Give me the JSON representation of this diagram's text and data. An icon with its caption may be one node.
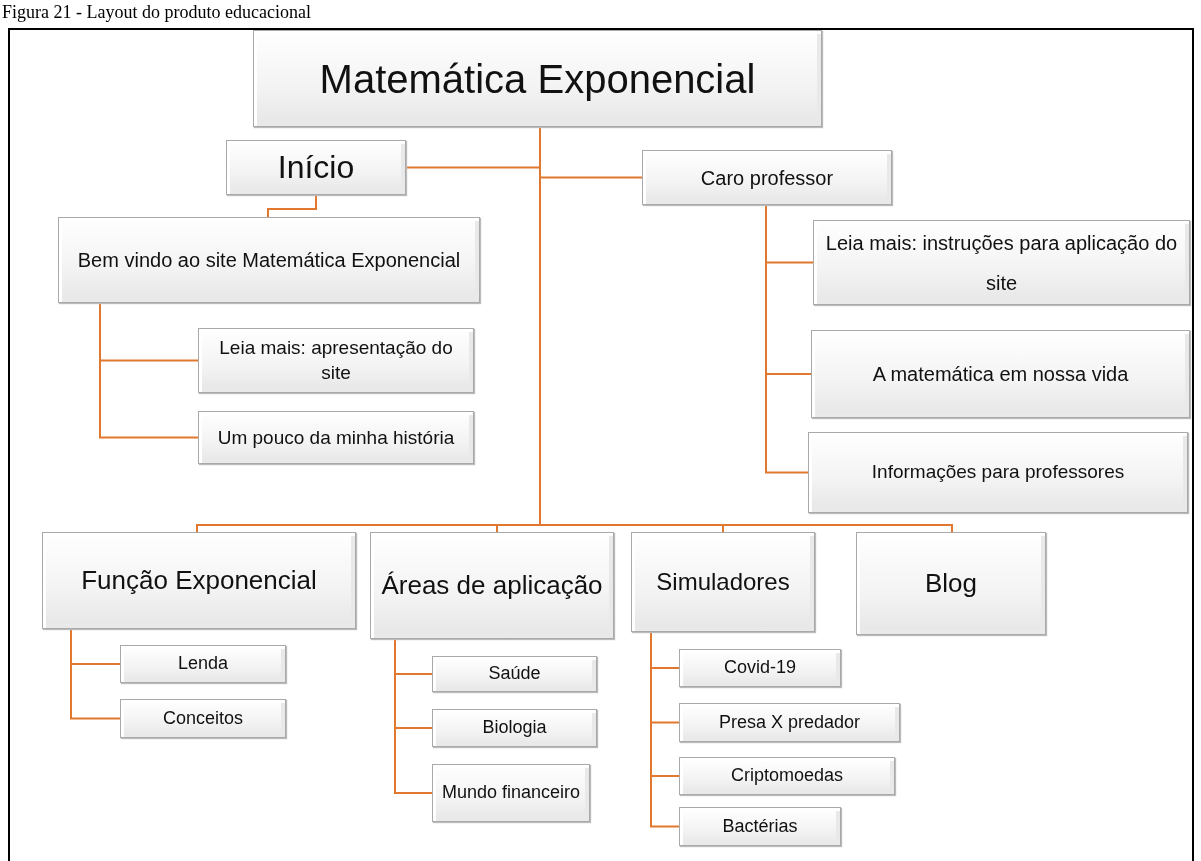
{
  "diagram": {
    "caption": "Figura 21 - Layout do produto educacional",
    "nodes": [
      {
        "text": [
          "Matemática Exponencial"
        ]
      },
      {
        "text": [
          "Início"
        ]
      },
      {
        "text": [
          "Caro professor"
        ]
      },
      {
        "text": [
          "Bem vindo ao site Matemática Exponencial"
        ]
      },
      {
        "text": [
          "Leia mais: apresentação do site"
        ]
      },
      {
        "text": [
          "Um pouco da minha história"
        ]
      },
      {
        "text": [
          "Leia mais: instruções para aplicação do site"
        ]
      },
      {
        "text": [
          "A matemática em nossa vida"
        ]
      },
      {
        "text": [
          "Informações para professores"
        ]
      },
      {
        "text": [
          "Função Exponencial"
        ]
      },
      {
        "text": [
          "Lenda"
        ]
      },
      {
        "text": [
          "Conceitos"
        ]
      },
      {
        "text": [
          "Áreas de aplicação"
        ]
      },
      {
        "text": [
          "Saúde"
        ]
      },
      {
        "text": [
          "Biologia"
        ]
      },
      {
        "text": [
          "Mundo financeiro"
        ]
      },
      {
        "text": [
          "Simuladores"
        ]
      },
      {
        "text": [
          "Covid-19"
        ]
      },
      {
        "text": [
          "Presa X predador"
        ]
      },
      {
        "text": [
          "Criptomoedas"
        ]
      },
      {
        "text": [
          "Bactérias"
        ]
      },
      {
        "text": [
          "Blog"
        ]
      }
    ],
    "edges": [
      {
        "from": 0,
        "to": 1,
        "arrow": "none"
      },
      {
        "from": 0,
        "to": 2,
        "arrow": "none"
      },
      {
        "from": 1,
        "to": 3,
        "arrow": "none"
      },
      {
        "from": 3,
        "to": 4,
        "arrow": "none"
      },
      {
        "from": 3,
        "to": 5,
        "arrow": "none"
      },
      {
        "from": 2,
        "to": 6,
        "arrow": "none"
      },
      {
        "from": 2,
        "to": 7,
        "arrow": "none"
      },
      {
        "from": 2,
        "to": 8,
        "arrow": "none"
      },
      {
        "from": 0,
        "to": 9,
        "arrow": "none"
      },
      {
        "from": 0,
        "to": 12,
        "arrow": "none"
      },
      {
        "from": 0,
        "to": 16,
        "arrow": "none"
      },
      {
        "from": 0,
        "to": 21,
        "arrow": "none"
      },
      {
        "from": 9,
        "to": 10,
        "arrow": "none"
      },
      {
        "from": 9,
        "to": 11,
        "arrow": "none"
      },
      {
        "from": 12,
        "to": 13,
        "arrow": "none"
      },
      {
        "from": 12,
        "to": 14,
        "arrow": "none"
      },
      {
        "from": 12,
        "to": 15,
        "arrow": "none"
      },
      {
        "from": 16,
        "to": 17,
        "arrow": "none"
      },
      {
        "from": 16,
        "to": 18,
        "arrow": "none"
      },
      {
        "from": 16,
        "to": 19,
        "arrow": "none"
      },
      {
        "from": 16,
        "to": 20,
        "arrow": "none"
      }
    ]
  }
}
